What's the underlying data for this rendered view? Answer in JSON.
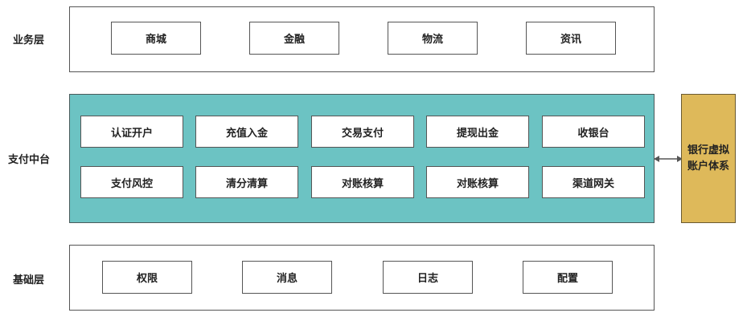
{
  "colors": {
    "middle_platform_fill": "#6cc3c3",
    "side_box_fill": "#deb95a",
    "connector": "#555555"
  },
  "business_layer": {
    "label": "业务层",
    "modules": [
      "商城",
      "金融",
      "物流",
      "资讯"
    ]
  },
  "payment_platform": {
    "label": "支付中台",
    "row1": [
      "认证开户",
      "充值入金",
      "交易支付",
      "提现出金",
      "收银台"
    ],
    "row2": [
      "支付风控",
      "清分清算",
      "对账核算",
      "对账核算",
      "渠道网关"
    ]
  },
  "bank_virtual_account": {
    "line1": "银行虚拟",
    "line2": "账户体系"
  },
  "foundation_layer": {
    "label": "基础层",
    "modules": [
      "权限",
      "消息",
      "日志",
      "配置"
    ]
  }
}
